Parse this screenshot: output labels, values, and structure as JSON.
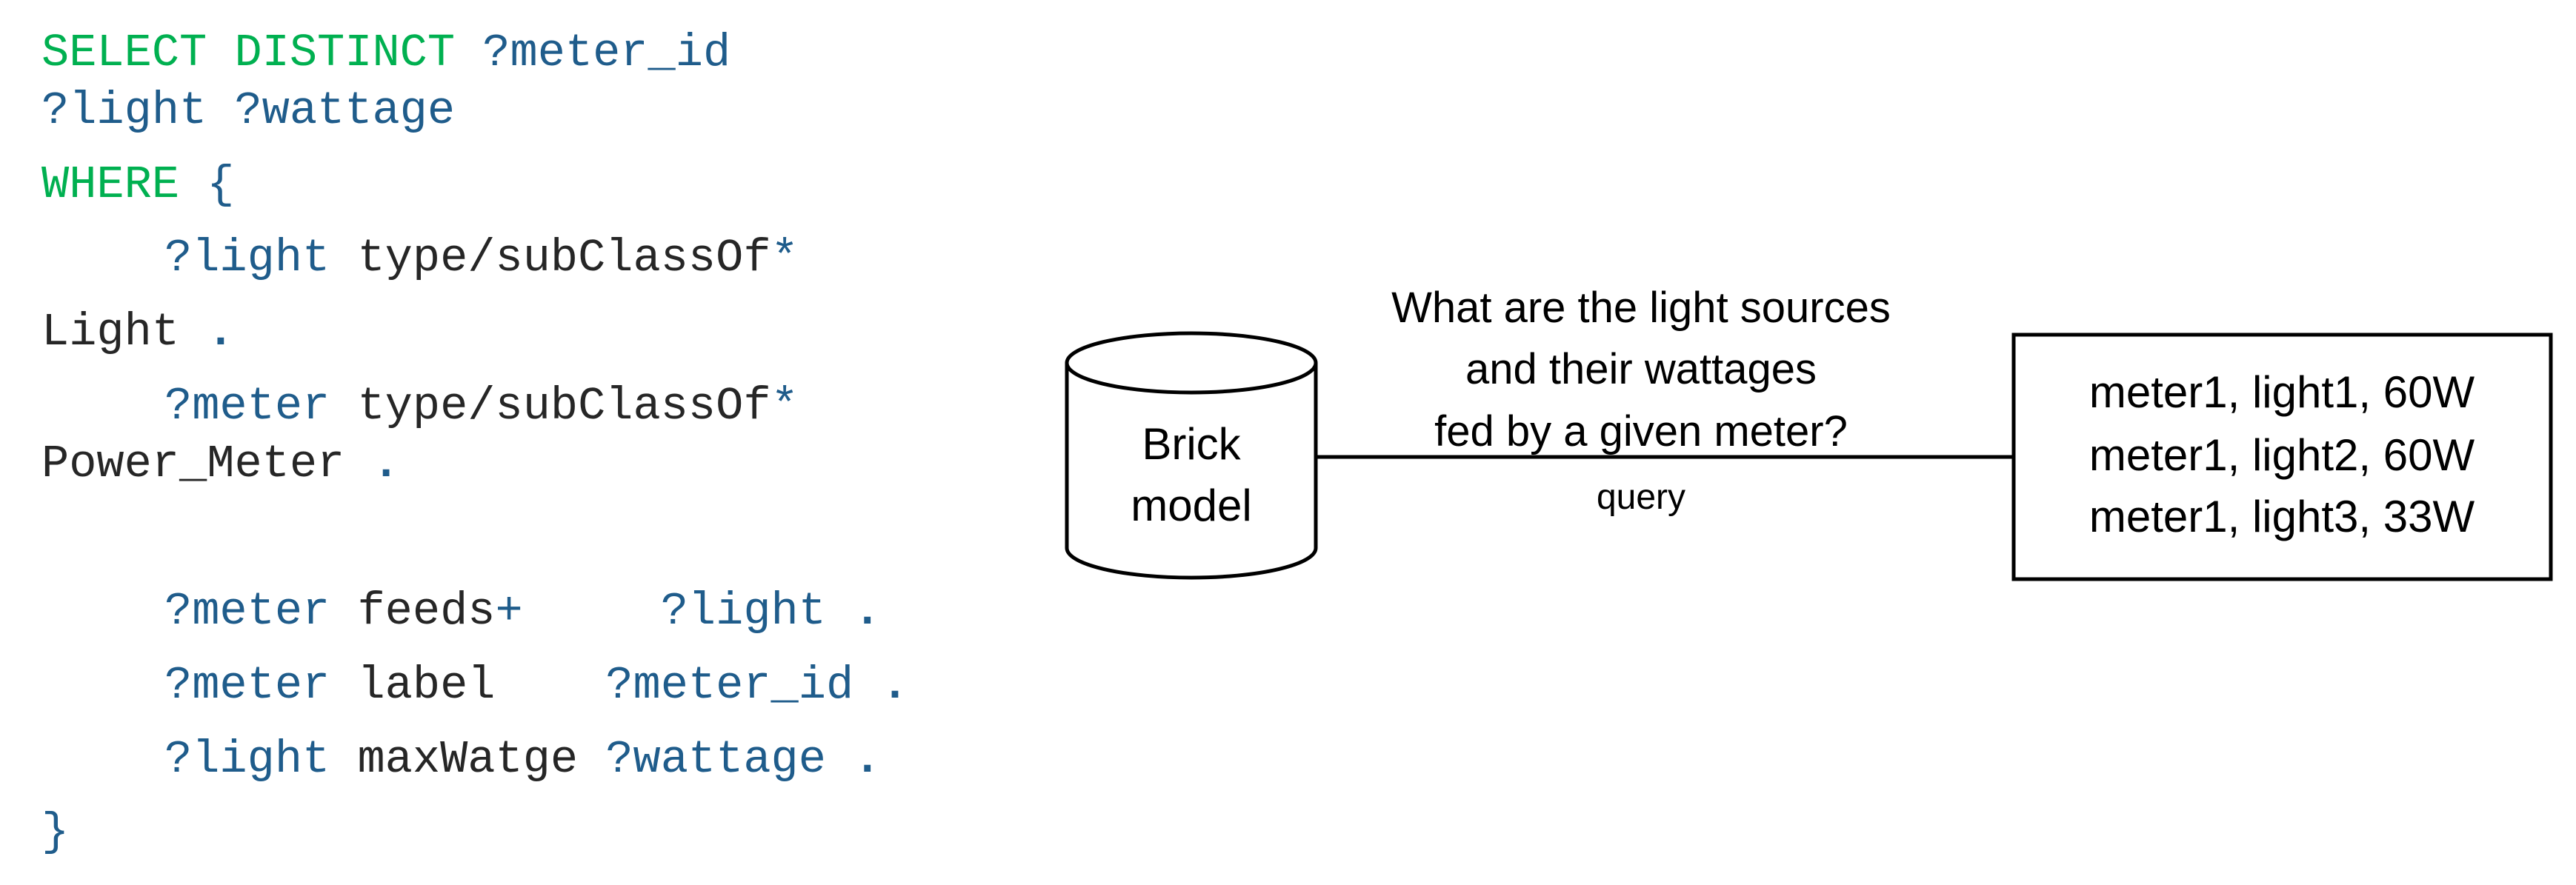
{
  "code": {
    "lines": [
      [
        {
          "text": "SELECT DISTINCT ",
          "cls": "kw"
        },
        {
          "text": "?meter_id",
          "cls": "var"
        }
      ],
      [
        {
          "text": "?light ?wattage",
          "cls": "var"
        }
      ],
      [
        {
          "text": "WHERE ",
          "cls": "kw"
        },
        {
          "text": "{",
          "cls": "var"
        }
      ],
      [
        {
          "text": "?light ",
          "cls": "var"
        },
        {
          "text": "type/subClassOf",
          "cls": "plain"
        },
        {
          "text": "*",
          "cls": "var"
        }
      ],
      [
        {
          "text": "Light ",
          "cls": "plain"
        },
        {
          "text": ".",
          "cls": "dot"
        }
      ],
      [
        {
          "text": "?meter ",
          "cls": "var"
        },
        {
          "text": "type/subClassOf",
          "cls": "plain"
        },
        {
          "text": "*",
          "cls": "var"
        }
      ],
      [
        {
          "text": "Power_Meter ",
          "cls": "plain"
        },
        {
          "text": ".",
          "cls": "dot"
        }
      ],
      [
        {
          "text": "?meter ",
          "cls": "var"
        },
        {
          "text": "feeds",
          "cls": "plain"
        },
        {
          "text": "+     ?light ",
          "cls": "var"
        },
        {
          "text": ".",
          "cls": "dot"
        }
      ],
      [
        {
          "text": "?meter ",
          "cls": "var"
        },
        {
          "text": "label    ",
          "cls": "plain"
        },
        {
          "text": "?meter_id ",
          "cls": "var"
        },
        {
          "text": ".",
          "cls": "dot"
        }
      ],
      [
        {
          "text": "?light ",
          "cls": "var"
        },
        {
          "text": "maxWatge ",
          "cls": "plain"
        },
        {
          "text": "?wattage ",
          "cls": "var"
        },
        {
          "text": ".",
          "cls": "dot"
        }
      ],
      [
        {
          "text": "}",
          "cls": "var"
        }
      ]
    ]
  },
  "diagram": {
    "database_label": [
      "Brick",
      "model"
    ],
    "question_lines": [
      "What are the light sources",
      "and their wattages",
      "fed by a given meter?"
    ],
    "arrow_label": "query",
    "result_lines": [
      "meter1, light1, 60W",
      "meter1, light2, 60W",
      "meter1, light3, 33W"
    ]
  }
}
